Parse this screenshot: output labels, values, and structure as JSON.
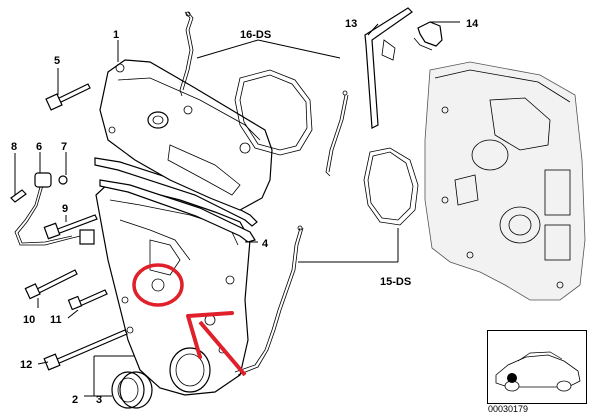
{
  "diagram": {
    "catalog_id": "00030179",
    "accent_color": "#e0202a",
    "callouts": {
      "c1": "1",
      "c2": "2",
      "c3": "3",
      "c4": "4",
      "c5": "5",
      "c6": "6",
      "c7": "7",
      "c8": "8",
      "c9": "9",
      "c10": "10",
      "c11": "11",
      "c12": "12",
      "c13": "13",
      "c14": "14",
      "c15": "15-DS",
      "c16": "16-DS"
    },
    "annotations": [
      "red circle around fastener hole",
      "red arrow pointing to circled hole"
    ],
    "thumbnail": "car-silhouette with location dot"
  }
}
